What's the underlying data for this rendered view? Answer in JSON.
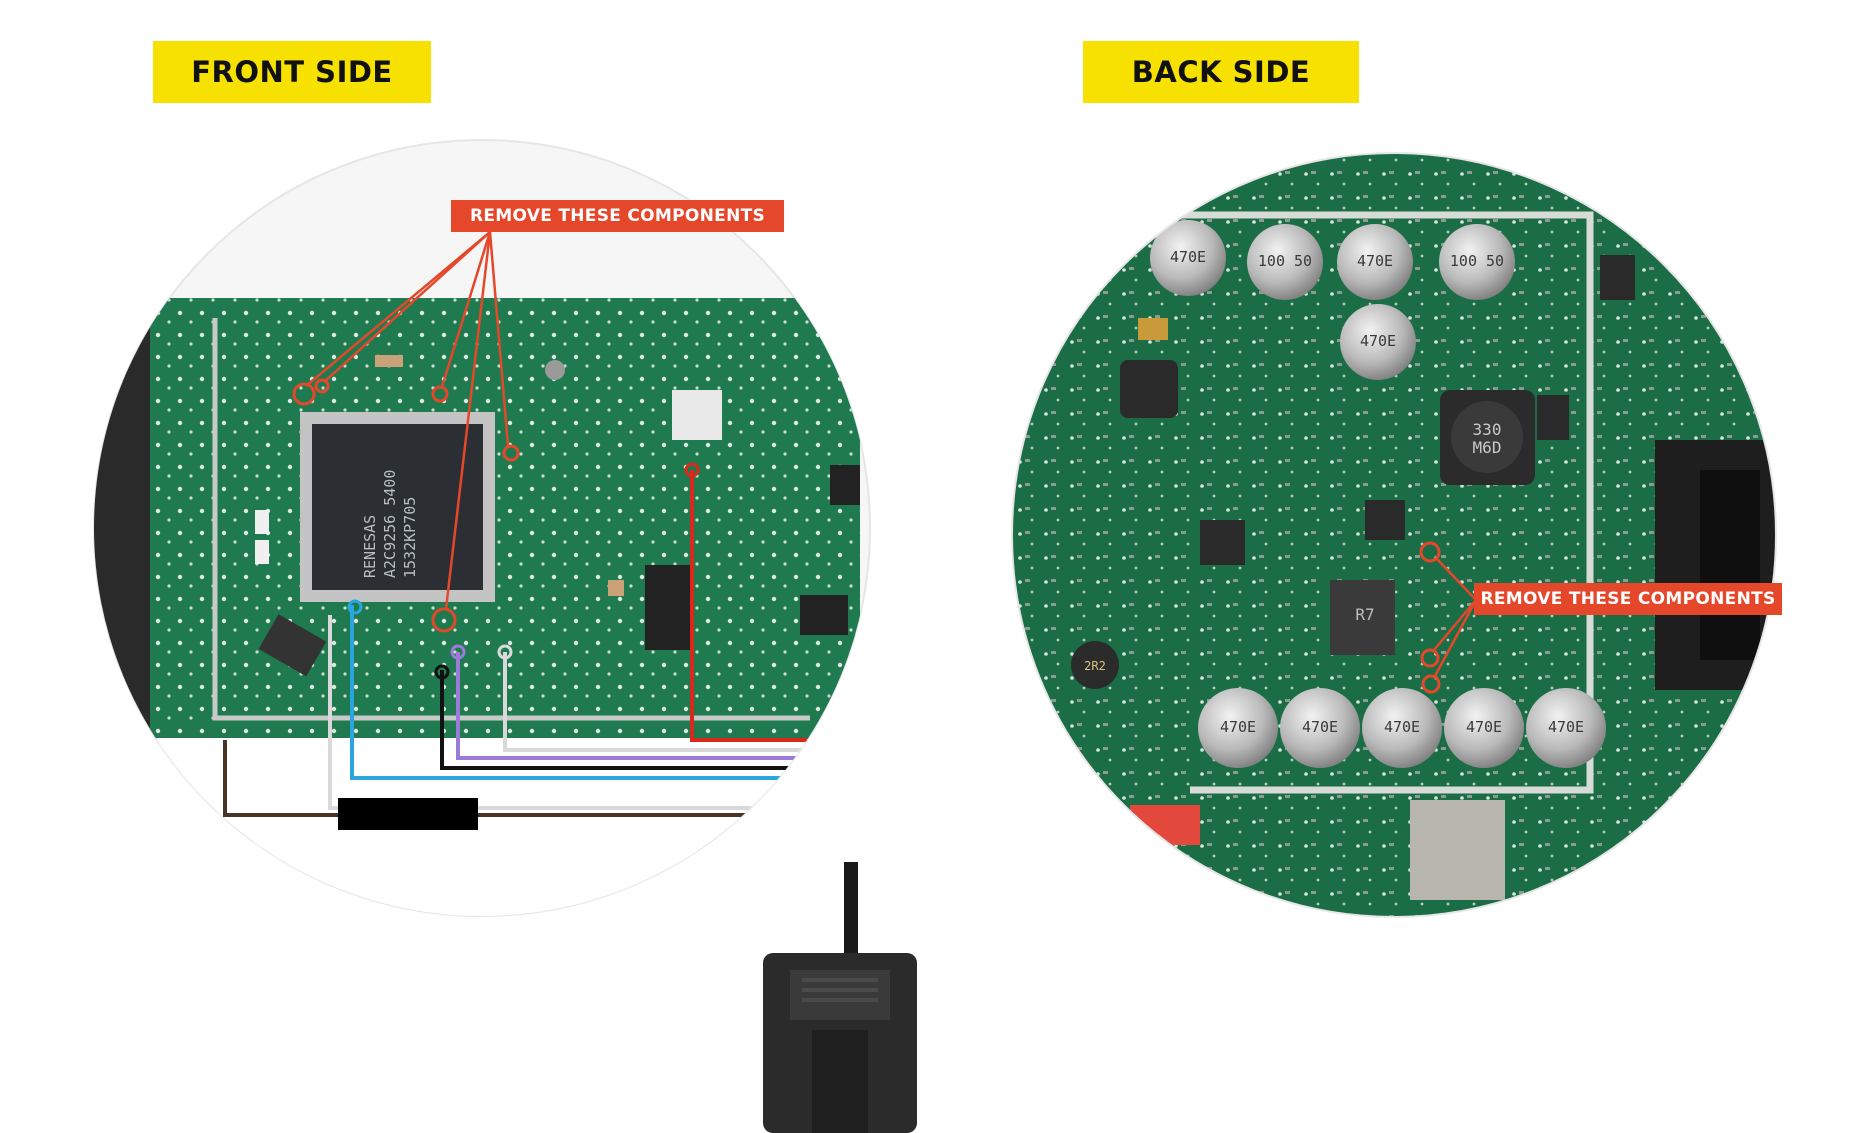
{
  "front": {
    "label": "FRONT SIDE",
    "callout": "REMOVE THESE COMPONENTS",
    "chip_lines": [
      "RENESAS",
      "A2C9256 5400",
      "1532KP705"
    ]
  },
  "back": {
    "label": "BACK SIDE",
    "callout": "REMOVE THESE COMPONENTS",
    "cap_top": [
      "470E",
      "100 50",
      "470E",
      "100 50"
    ],
    "cap_middle": "470E",
    "inductor_main": [
      "330",
      "M6D"
    ],
    "inductor_small": "2R2",
    "r7": "R7",
    "cap_bottom": [
      "470E",
      "470E",
      "470E",
      "470E",
      "470E"
    ]
  },
  "colors": {
    "label_bg": "#f7e100",
    "callout_bg": "#e5472b",
    "pcb_green": "#1f7a4f",
    "pcb_dark": "#17603d",
    "wire_brown": "#4a3426",
    "wire_white": "#d9d9d9",
    "wire_blue": "#2aa5de",
    "wire_black": "#111111",
    "wire_purple": "#9b7ad9",
    "wire_red": "#d8291c"
  },
  "icons": [
    "db9-connector-icon"
  ]
}
